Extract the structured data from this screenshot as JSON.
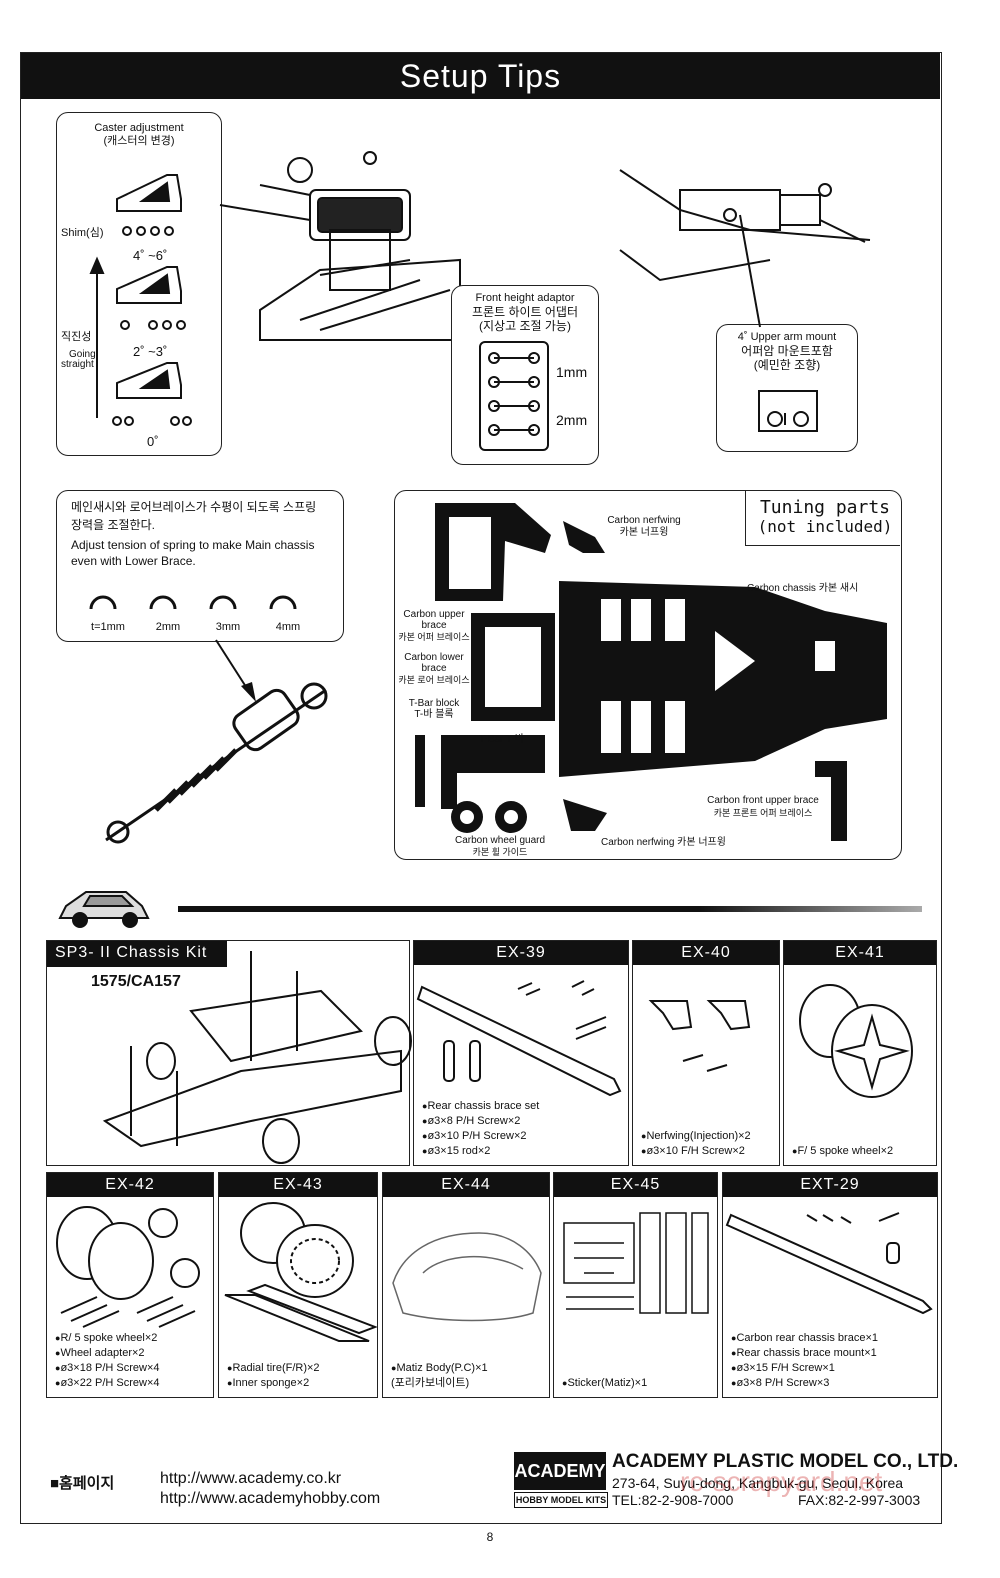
{
  "page": {
    "title": "Setup Tips",
    "page_number": "8"
  },
  "caster": {
    "title": "Caster adjustment",
    "title_kr": "(캐스터의 변경)",
    "shim_label": "Shim(심)",
    "range_high": "4˚ ~6˚",
    "range_mid": "2˚ ~3˚",
    "range_low": "0˚",
    "straight_kr": "직진성",
    "straight_en_1": "Going",
    "straight_en_2": "straight"
  },
  "front_height": {
    "title": "Front height adaptor",
    "title_kr": "프론트 하이트 어댑터",
    "sub_kr": "(지상고 조절 가능)",
    "size_1": "1mm",
    "size_2": "2mm"
  },
  "upper_arm": {
    "title": "4˚ Upper arm mount",
    "title_kr": "어퍼암 마운트포함",
    "sub_kr": "(예민한 조향)"
  },
  "spring": {
    "text_kr_1": "메인새시와 로어브레이스가 수평이 되도록 스프링",
    "text_kr_2": "장력을 조절한다.",
    "text_en_1": "Adjust tension of spring to make Main chassis",
    "text_en_2": "even with Lower Brace.",
    "sizes": [
      "t=1mm",
      "2mm",
      "3mm",
      "4mm"
    ]
  },
  "tuning": {
    "title_1": "Tuning parts",
    "title_2": "(not included)",
    "labels": {
      "nerfwing_top": "Carbon nerfwing",
      "nerfwing_top_kr": "카본 너프윙",
      "chassis": "Carbon chassis 카본 새시",
      "upper_brace_1": "Carbon upper",
      "upper_brace_2": "brace",
      "upper_brace_kr": "카본 어퍼 브레이스",
      "lower_brace_1": "Carbon lower",
      "lower_brace_2": "brace",
      "lower_brace_kr": "카본 로어 브레이스",
      "tbar_block": "T-Bar block",
      "tbar_block_kr": "T-바 블록",
      "tbar": "T-Bar T-바",
      "wheel_guard": "Carbon wheel guard",
      "wheel_guard_kr": "카본 휠 가이드",
      "nerfwing_bottom": "Carbon nerfwing 카본 너프윙",
      "front_upper_brace": "Carbon front upper brace",
      "front_upper_brace_kr": "카본 프론트 어퍼 브레이스"
    }
  },
  "kits": {
    "sp3": {
      "title": "SP3- II Chassis Kit",
      "code": "1575/CA157"
    },
    "ex39": {
      "title": "EX-39",
      "items": [
        "Rear chassis brace set",
        "ø3×8 P/H Screw×2",
        "ø3×10 P/H Screw×2",
        "ø3×15 rod×2"
      ]
    },
    "ex40": {
      "title": "EX-40",
      "items": [
        "Nerfwing(Injection)×2",
        "ø3×10 F/H Screw×2"
      ]
    },
    "ex41": {
      "title": "EX-41",
      "items": [
        "F/ 5 spoke wheel×2"
      ]
    },
    "ex42": {
      "title": "EX-42",
      "items": [
        "R/ 5 spoke wheel×2",
        "Wheel adapter×2",
        "ø3×18 P/H Screw×4",
        "ø3×22 P/H Screw×4"
      ]
    },
    "ex43": {
      "title": "EX-43",
      "items": [
        "Radial tire(F/R)×2",
        "Inner sponge×2"
      ]
    },
    "ex44": {
      "title": "EX-44",
      "items": [
        "Matiz Body(P.C)×1",
        "(포리카보네이트)"
      ]
    },
    "ex45": {
      "title": "EX-45",
      "items": [
        "Sticker(Matiz)×1"
      ]
    },
    "ext29": {
      "title": "EXT-29",
      "items": [
        "Carbon rear chassis brace×1",
        "Rear chassis brace mount×1",
        "ø3×15 F/H Screw×1",
        "ø3×8 P/H Screw×3"
      ]
    }
  },
  "footer": {
    "homepage_label": "■홈페이지",
    "url_1": "http://www.academy.co.kr",
    "url_2": "http://www.academyhobby.com",
    "logo_text": "ACADEMY",
    "logo_sub": "HOBBY MODEL KITS",
    "company": "ACADEMY PLASTIC MODEL CO., LTD.",
    "address": "273-64, Suyu-dong, Kangbuk-gu, Seoul, Korea",
    "tel": "TEL:82-2-908-7000",
    "fax": "FAX:82-2-997-3003",
    "watermark": "rc-scrapyard.net"
  }
}
